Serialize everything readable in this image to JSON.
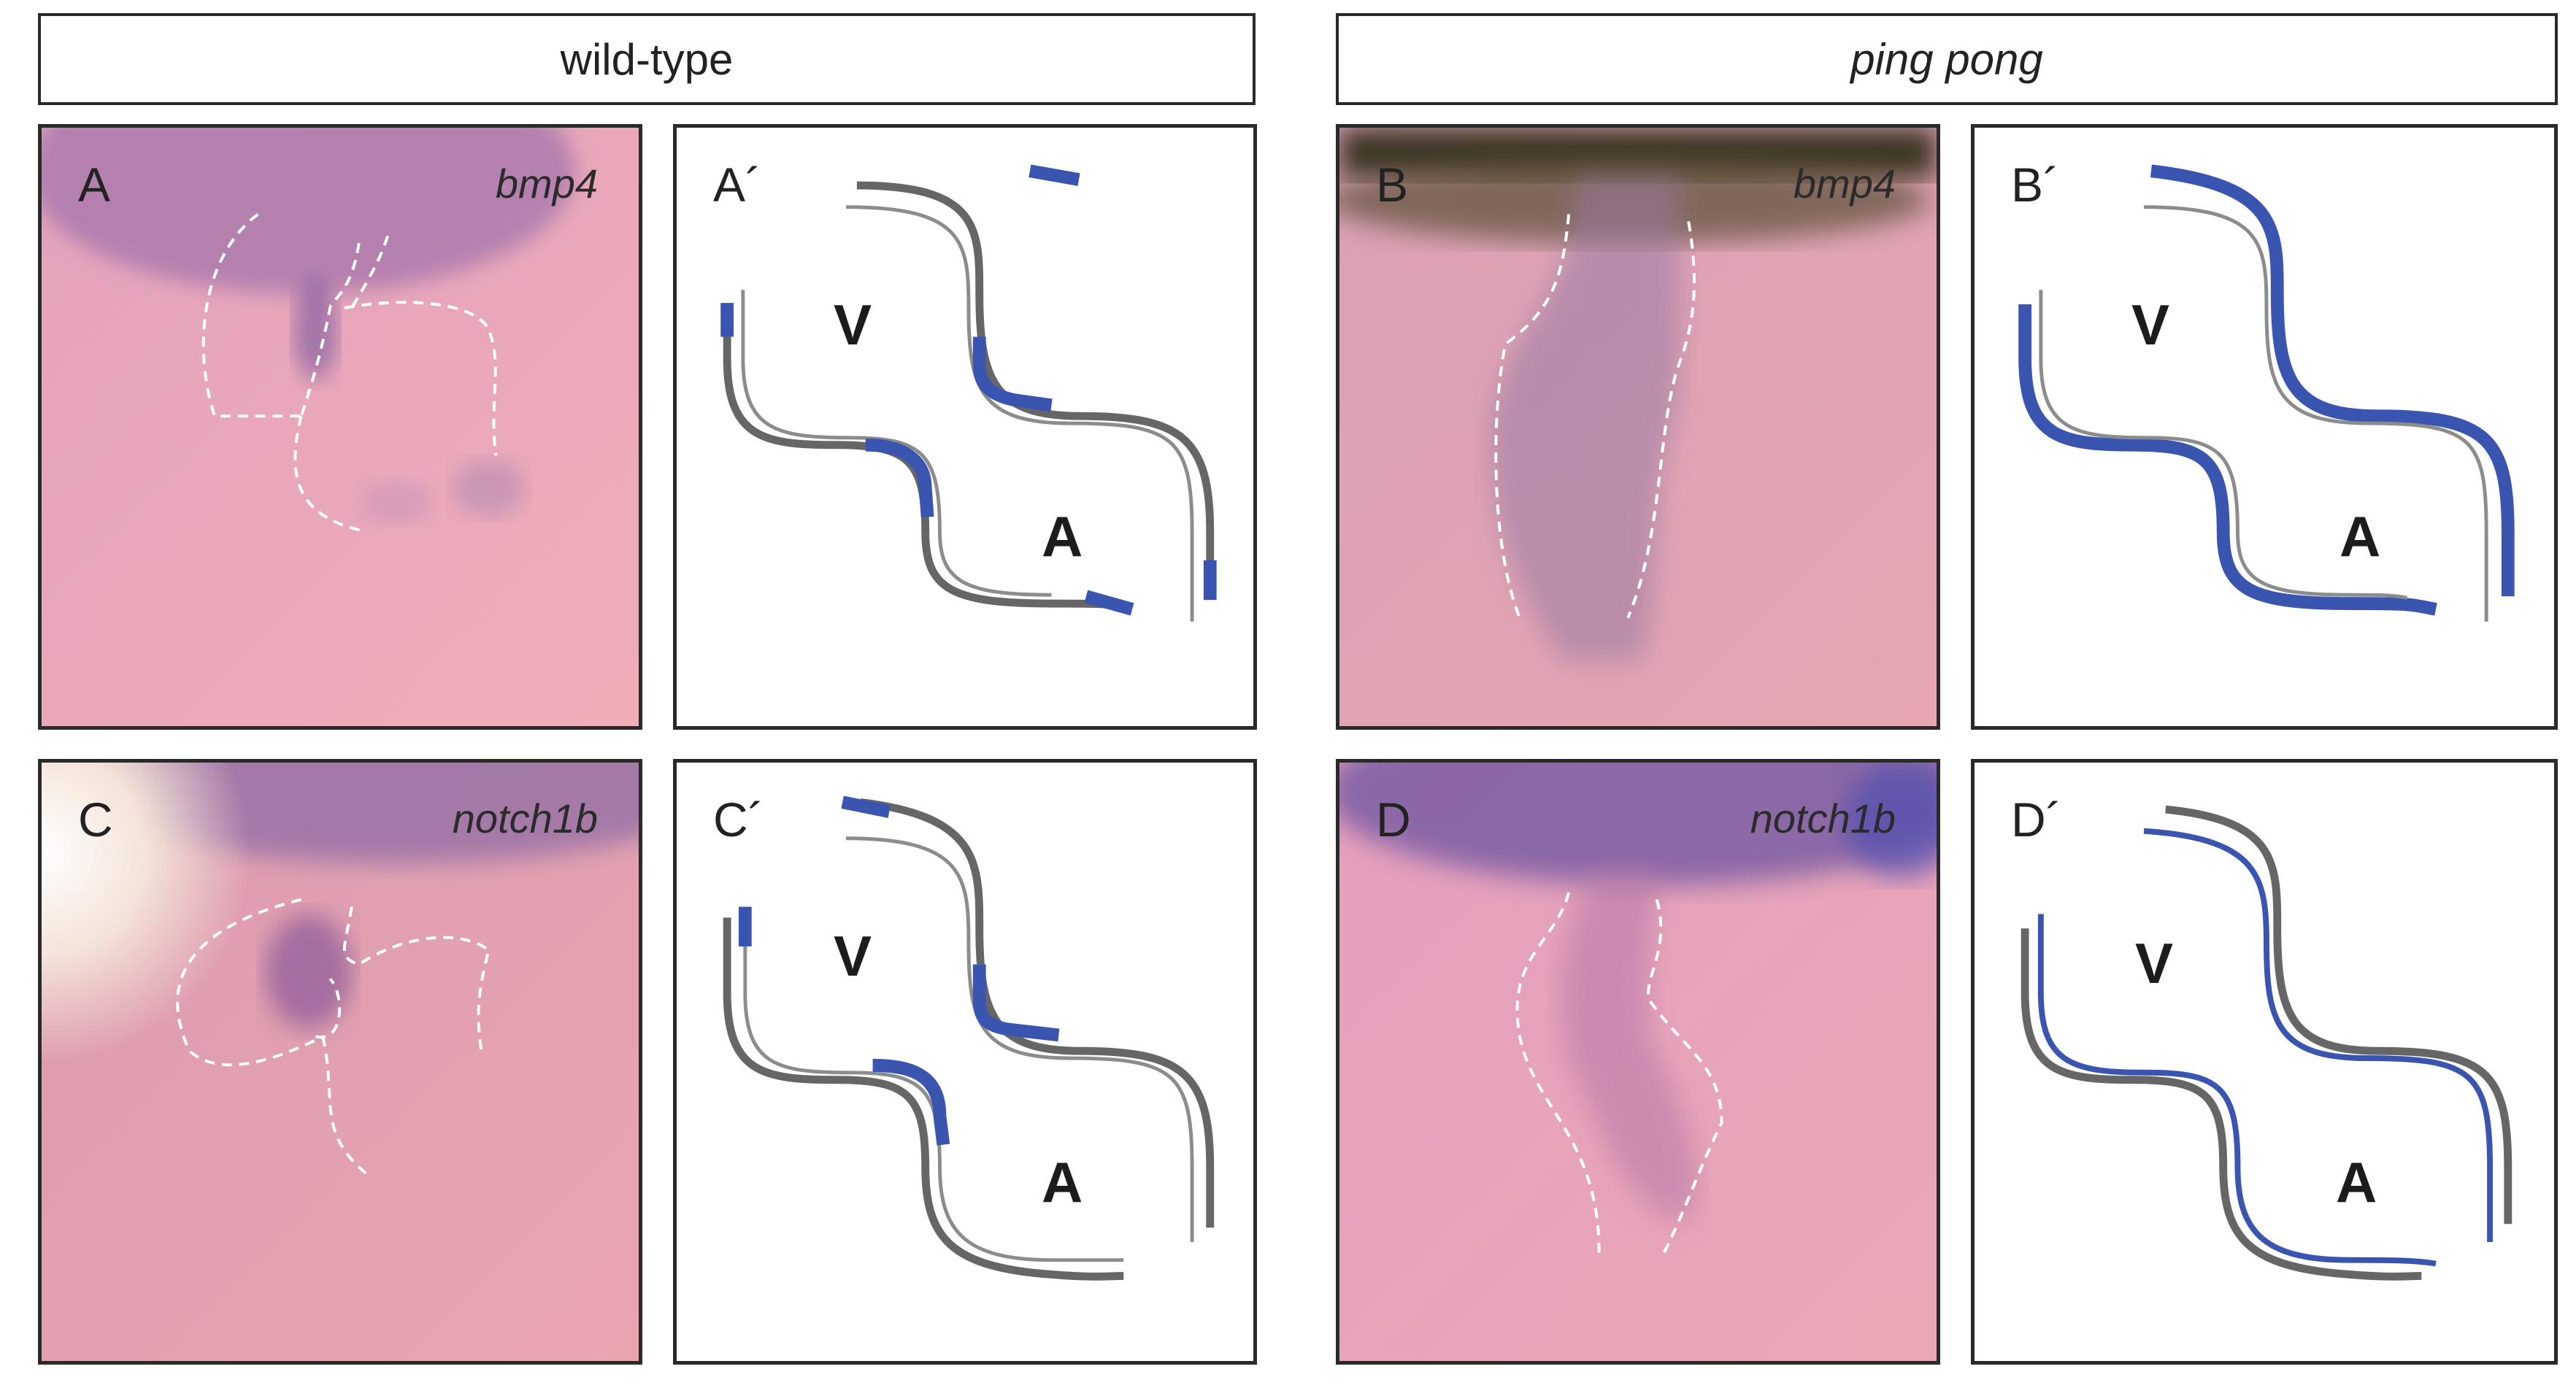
{
  "headers": {
    "wild_type": "wild-type",
    "mutant": "ping pong"
  },
  "panels": {
    "A": {
      "letter": "A",
      "gene": "bmp4"
    },
    "A2": {
      "letter": "A´"
    },
    "B": {
      "letter": "B",
      "gene": "bmp4"
    },
    "B2": {
      "letter": "B´"
    },
    "C": {
      "letter": "C",
      "gene": "notch1b"
    },
    "C2": {
      "letter": "C´"
    },
    "D": {
      "letter": "D",
      "gene": "notch1b"
    },
    "D2": {
      "letter": "D´"
    }
  },
  "chambers": {
    "ventricle": "V",
    "atrium": "A"
  },
  "colors": {
    "expression": "#3a55b0",
    "myocardium": "#666666",
    "endocardium": "#8c8c8c",
    "tissue": "#e7a3ba",
    "outline": "#ffffff",
    "frame": "#2a2a2a"
  }
}
